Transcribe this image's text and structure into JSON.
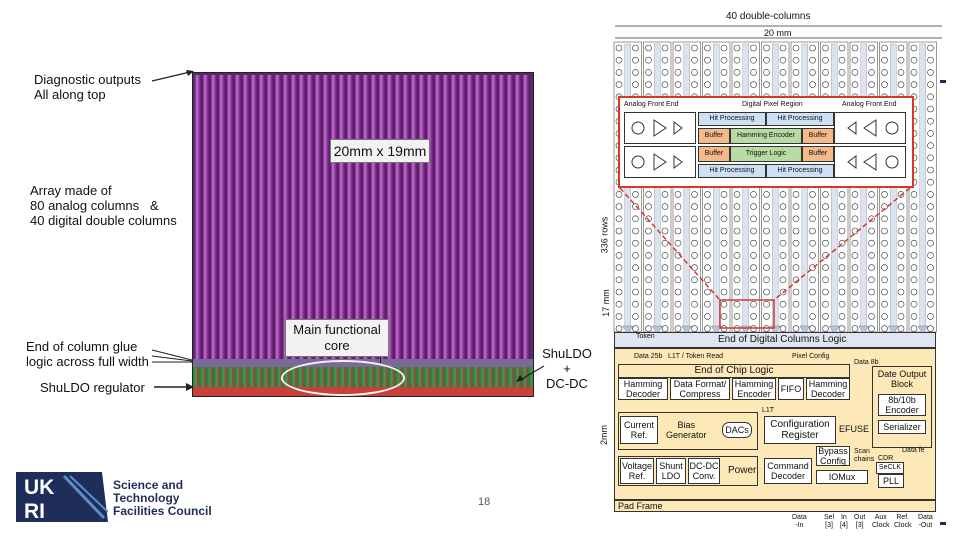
{
  "left": {
    "chip_title": "20mm x 19mm",
    "diag_outputs": [
      "Diagnostic outputs",
      "All along top"
    ],
    "array_desc": [
      "Array made of",
      "80 analog columns   &",
      "40 digital double columns"
    ],
    "glue_desc": [
      "End of column glue",
      "logic across full width"
    ],
    "ldo_reg": "ShuLDO regulator",
    "core_label": [
      "Main functional",
      "core"
    ],
    "shuldo_dcdc": [
      "ShuLDO",
      "+",
      "DC-DC"
    ]
  },
  "logo": {
    "mark": [
      "UK",
      "RI"
    ],
    "org": [
      "Science and",
      "Technology",
      "Facilities Council"
    ]
  },
  "page_number": "18",
  "right": {
    "top_label": "40 double-columns",
    "width_label": "20 mm",
    "rows_label": "336 rows",
    "mm17_label": "17 mm",
    "mm2_label": "2mm",
    "zoom": {
      "afe_left": "Analog Front End",
      "dpr": "Digital Pixel Region",
      "afe_right": "Analog Front End",
      "hit1": "Hit Processing",
      "hit2": "Hit Processing",
      "buffer_l": "Buffer",
      "hamming_enc": "Hamming Encoder",
      "buffer_r": "Buffer",
      "buffer_l2": "Buffer",
      "trigger": "Trigger Logic",
      "buffer_r2": "Buffer",
      "hit3": "Hit Processing",
      "hit4": "Hit Processing"
    },
    "token": "Token",
    "eodc": "End of Digital Columns Logic",
    "data25": "Data 25b",
    "l1t": "L1T / Token Read",
    "pixel_config": "Pixel Config",
    "data8b": "Data 8b",
    "eoc": "End of Chip Logic",
    "date_output": "Date Output",
    "block": "Block",
    "hamming_dec": [
      "Hamming",
      "Decoder"
    ],
    "data_format": [
      "Data Format/",
      "Compress"
    ],
    "hamming_enc2": [
      "Hamming",
      "Encoder"
    ],
    "fifo": "FIFO",
    "hamming_dec2": [
      "Hamming",
      "Decoder"
    ],
    "enc8b10b": [
      "8b/10b",
      "Encoder"
    ],
    "serializer": "Serializer",
    "l1t2": "L1T",
    "current_ref": [
      "Current",
      "Ref."
    ],
    "bias_gen": [
      "Bias",
      "Generator"
    ],
    "dacs": "DACs",
    "config_reg": [
      "Configuration",
      "Register"
    ],
    "efuse": "EFUSE",
    "voltage_ref": [
      "Voltage",
      "Ref."
    ],
    "shunt_ldo": [
      "Shunt",
      "LDO"
    ],
    "dcdc_conv": [
      "DC-DC",
      "Conv."
    ],
    "power": "Power",
    "bypass": [
      "Bypass",
      "Config"
    ],
    "scan_chains": [
      "Scan",
      "chains"
    ],
    "cdr": "CDR",
    "data_fe": "Data fe",
    "cmd_decoder": [
      "Command",
      "Decoder"
    ],
    "iomux": "IOMux",
    "secl": "SeCLK",
    "pll": "PLL",
    "pad_frame": "Pad Frame",
    "pins": [
      [
        "Data",
        "-In"
      ],
      [
        "Sel",
        "[3]"
      ],
      [
        "In",
        "[4]"
      ],
      [
        "Out",
        "[3]"
      ],
      [
        "Aux",
        "Clock"
      ],
      [
        "Ref.",
        "Clock"
      ],
      [
        "Data",
        "-Out"
      ]
    ]
  },
  "colors": {
    "chip_purple": "#7a2c86",
    "zoom_red": "#d23a2a",
    "hit_blue": "#cfe0f5",
    "buffer_orange": "#f6b98a",
    "hamming_green": "#b7dba0",
    "periphery_yellow": "#fde8b8",
    "ukri_navy": "#1f2d5a"
  }
}
